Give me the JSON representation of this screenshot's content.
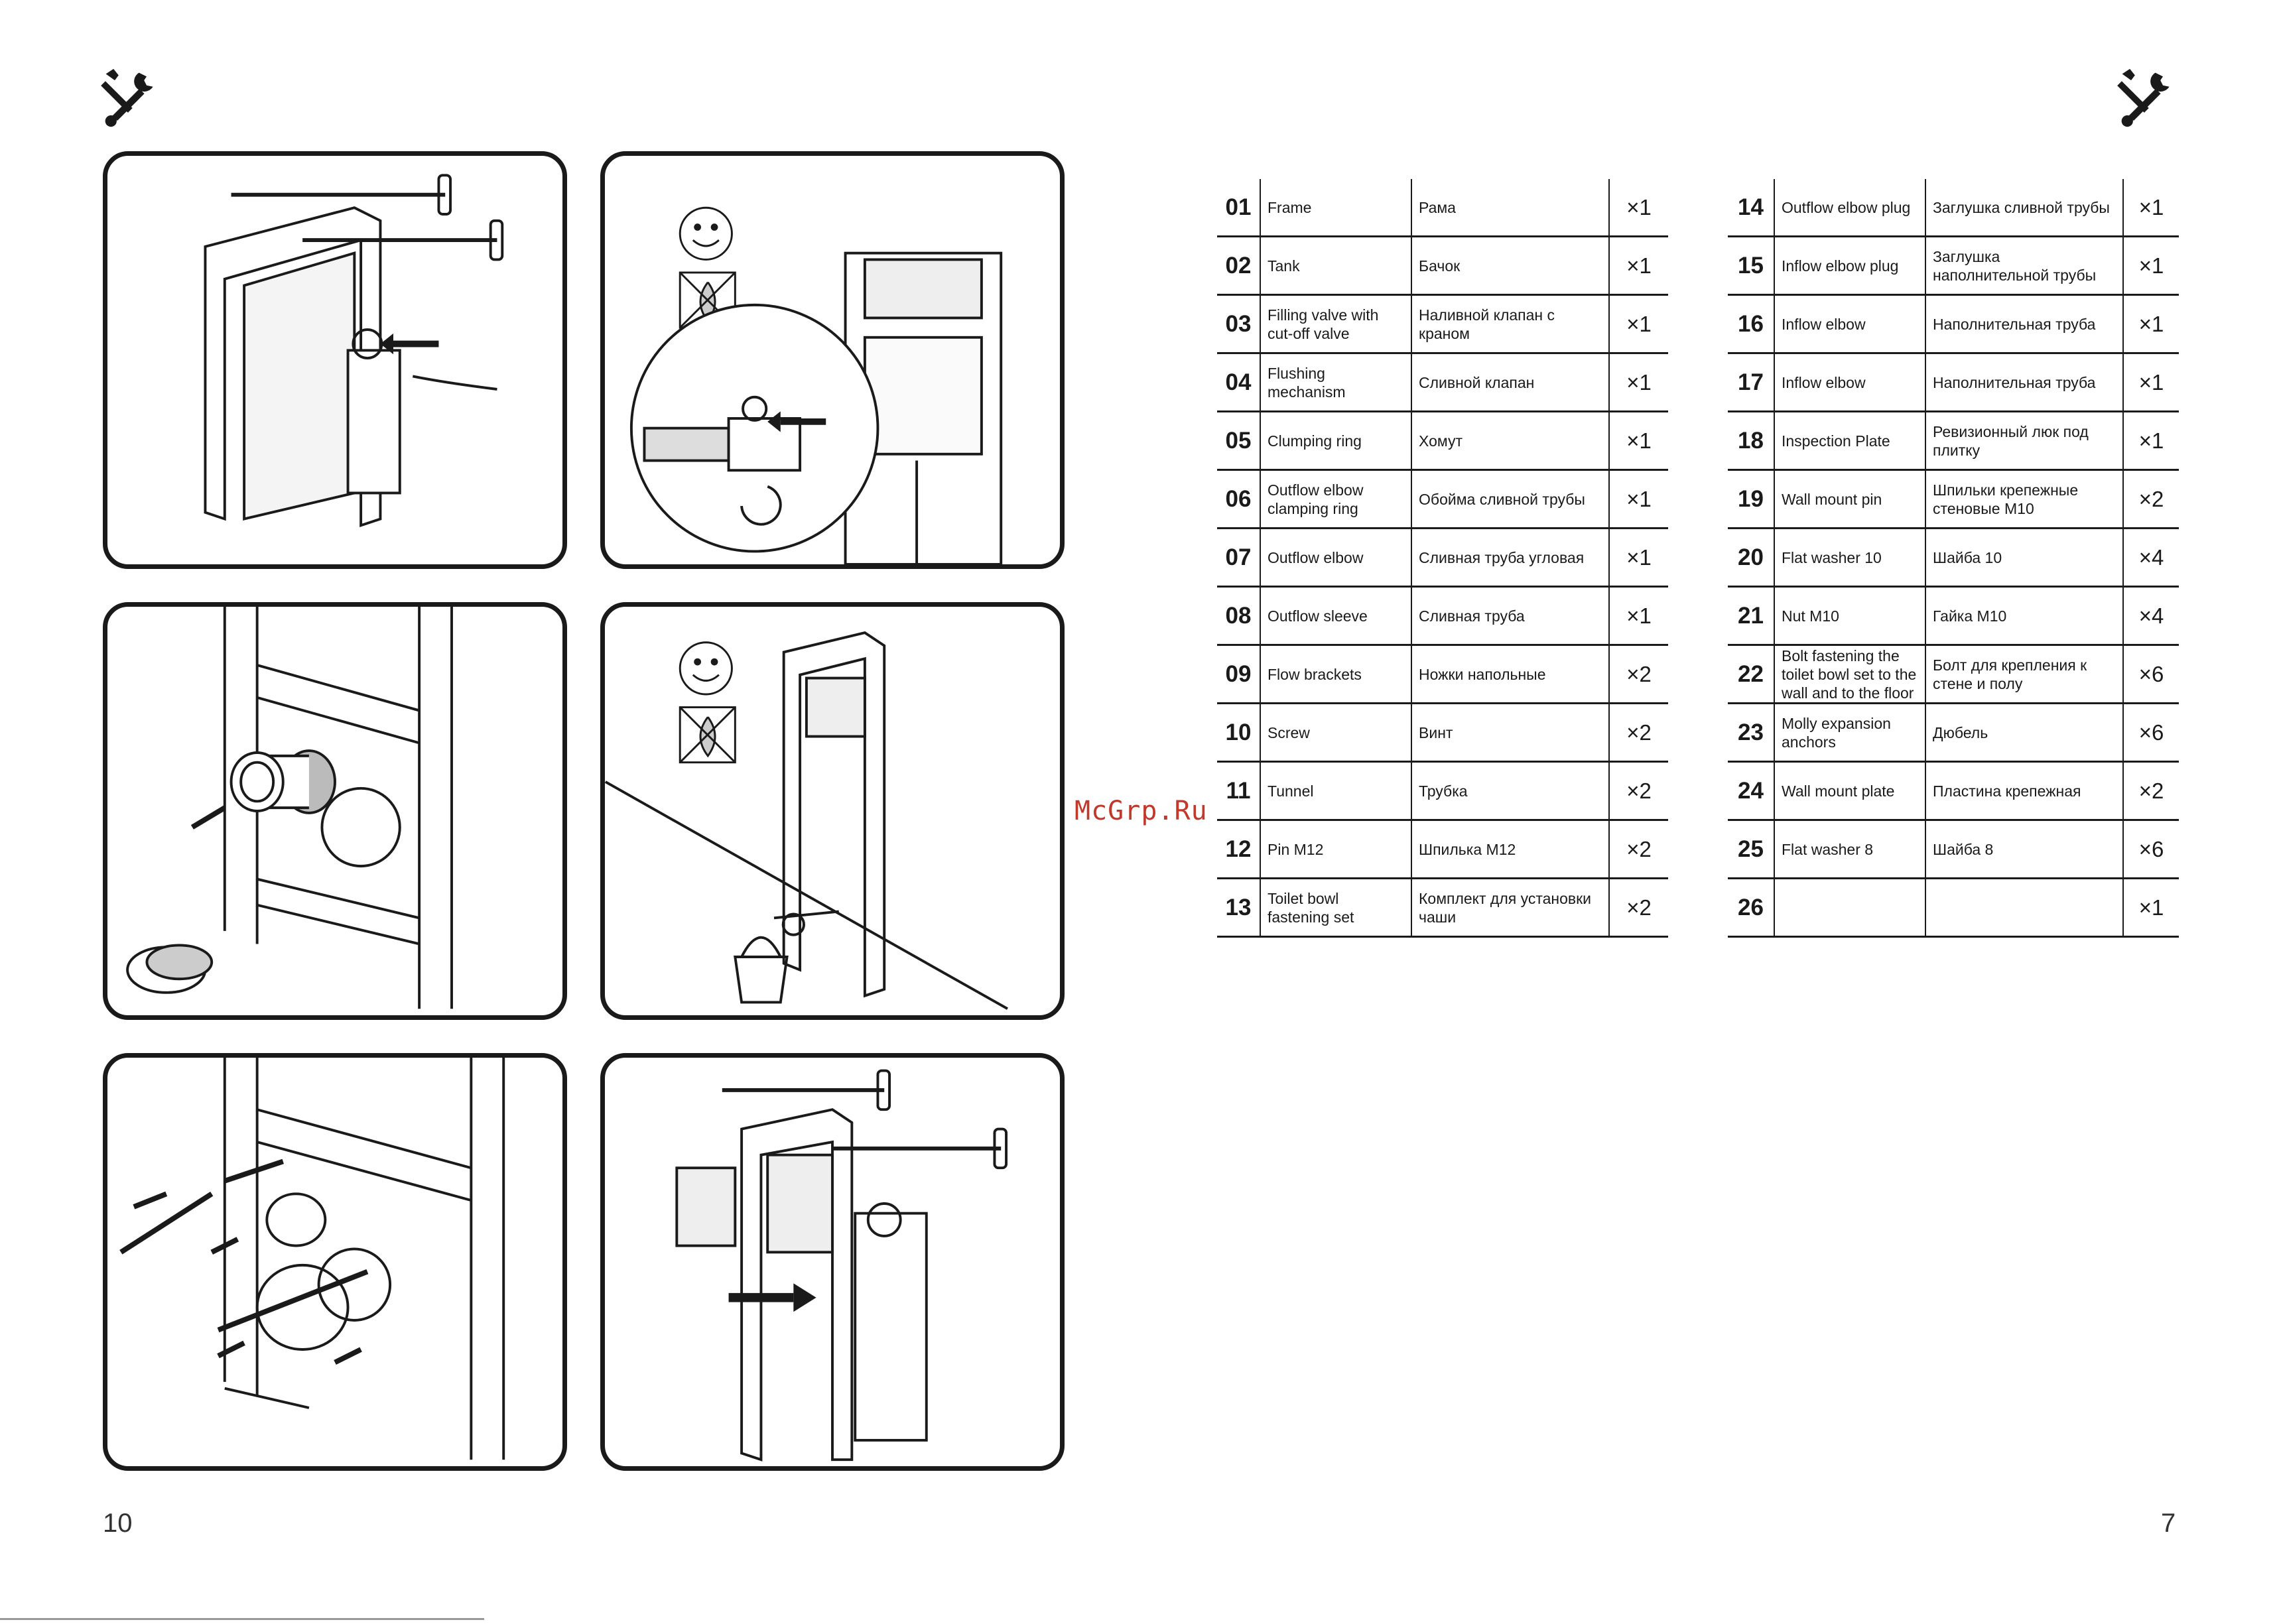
{
  "pages": {
    "left_number": "10",
    "right_number": "7"
  },
  "watermark": "McGrp.Ru",
  "icons": {
    "tools": "wrench-screwdriver-icon",
    "smiley": "smiley-icon",
    "no_fire": "no-flame-icon",
    "arrow": "arrow-icon"
  },
  "parts_left": [
    {
      "num": "01",
      "en": "Frame",
      "ru": "Рама",
      "qty": "×1"
    },
    {
      "num": "02",
      "en": "Tank",
      "ru": "Бачок",
      "qty": "×1"
    },
    {
      "num": "03",
      "en": "Filling valve with cut-off valve",
      "ru": "Наливной клапан с краном",
      "qty": "×1"
    },
    {
      "num": "04",
      "en": "Flushing mechanism",
      "ru": "Сливной клапан",
      "qty": "×1"
    },
    {
      "num": "05",
      "en": "Clumping ring",
      "ru": "Хомут",
      "qty": "×1"
    },
    {
      "num": "06",
      "en": "Outflow elbow clamping ring",
      "ru": "Обойма сливной трубы",
      "qty": "×1"
    },
    {
      "num": "07",
      "en": "Outflow elbow",
      "ru": "Сливная труба угловая",
      "qty": "×1"
    },
    {
      "num": "08",
      "en": "Outflow sleeve",
      "ru": "Сливная труба",
      "qty": "×1"
    },
    {
      "num": "09",
      "en": "Flow brackets",
      "ru": "Ножки напольные",
      "qty": "×2"
    },
    {
      "num": "10",
      "en": "Screw",
      "ru": "Винт",
      "qty": "×2"
    },
    {
      "num": "11",
      "en": "Tunnel",
      "ru": "Трубка",
      "qty": "×2"
    },
    {
      "num": "12",
      "en": "Pin M12",
      "ru": "Шпилька M12",
      "qty": "×2"
    },
    {
      "num": "13",
      "en": "Toilet bowl fastening set",
      "ru": "Комплект для установки чаши",
      "qty": "×2"
    }
  ],
  "parts_right": [
    {
      "num": "14",
      "en": "Outflow elbow plug",
      "ru": "Заглушка сливной трубы",
      "qty": "×1"
    },
    {
      "num": "15",
      "en": "Inflow elbow plug",
      "ru": "Заглушка наполнительной трубы",
      "qty": "×1"
    },
    {
      "num": "16",
      "en": "Inflow elbow",
      "ru": "Наполнительная труба",
      "qty": "×1"
    },
    {
      "num": "17",
      "en": "Inflow elbow",
      "ru": "Наполнительная труба",
      "qty": "×1"
    },
    {
      "num": "18",
      "en": "Inspection Plate",
      "ru": "Ревизионный люк под плитку",
      "qty": "×1"
    },
    {
      "num": "19",
      "en": "Wall mount pin",
      "ru": "Шпильки крепежные стеновые M10",
      "qty": "×2"
    },
    {
      "num": "20",
      "en": "Flat washer 10",
      "ru": "Шайба 10",
      "qty": "×4"
    },
    {
      "num": "21",
      "en": "Nut M10",
      "ru": "Гайка M10",
      "qty": "×4"
    },
    {
      "num": "22",
      "en": "Bolt fastening the toilet bowl set to the wall and to the floor",
      "ru": "Болт для крепления к стене и полу",
      "qty": "×6"
    },
    {
      "num": "23",
      "en": "Molly expansion anchors",
      "ru": "Дюбель",
      "qty": "×6"
    },
    {
      "num": "24",
      "en": "Wall mount plate",
      "ru": "Пластина крепежная",
      "qty": "×2"
    },
    {
      "num": "25",
      "en": "Flat washer 8",
      "ru": "Шайба 8",
      "qty": "×6"
    },
    {
      "num": "26",
      "en": "",
      "ru": "",
      "qty": "×1"
    }
  ]
}
